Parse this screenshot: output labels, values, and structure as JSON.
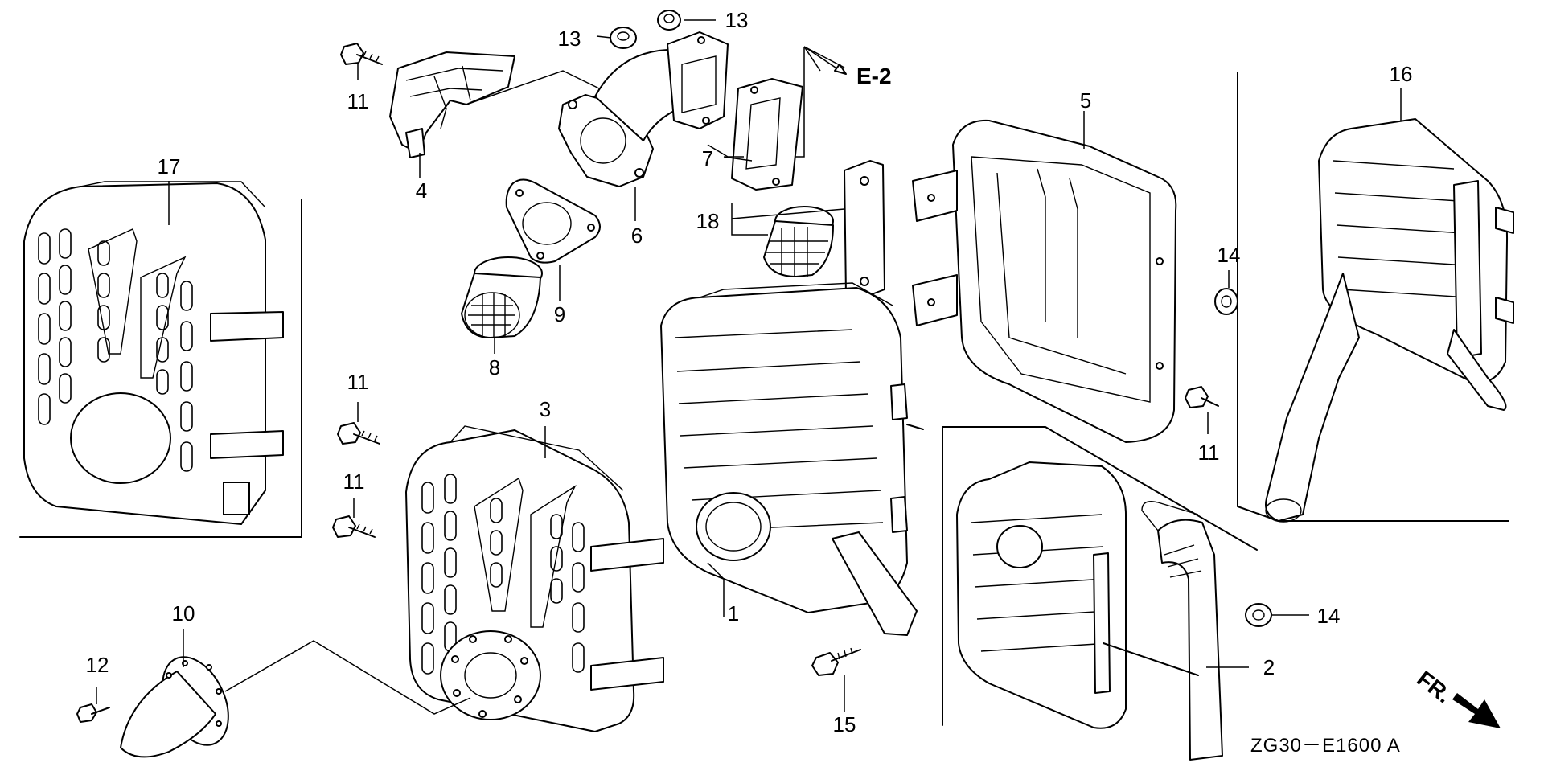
{
  "diagram": {
    "code": "ZG30－E1600 A",
    "reference": "E-2",
    "direction": "FR.",
    "callouts": [
      {
        "id": "c1",
        "text": "1"
      },
      {
        "id": "c2",
        "text": "2"
      },
      {
        "id": "c3",
        "text": "3"
      },
      {
        "id": "c4",
        "text": "4"
      },
      {
        "id": "c5",
        "text": "5"
      },
      {
        "id": "c6",
        "text": "6"
      },
      {
        "id": "c7",
        "text": "7"
      },
      {
        "id": "c8",
        "text": "8"
      },
      {
        "id": "c9",
        "text": "9"
      },
      {
        "id": "c10",
        "text": "10"
      },
      {
        "id": "c11a",
        "text": "11"
      },
      {
        "id": "c11b",
        "text": "11"
      },
      {
        "id": "c11c",
        "text": "11"
      },
      {
        "id": "c11d",
        "text": "11"
      },
      {
        "id": "c12",
        "text": "12"
      },
      {
        "id": "c13a",
        "text": "13"
      },
      {
        "id": "c13b",
        "text": "13"
      },
      {
        "id": "c14a",
        "text": "14"
      },
      {
        "id": "c14b",
        "text": "14"
      },
      {
        "id": "c15",
        "text": "15"
      },
      {
        "id": "c16",
        "text": "16"
      },
      {
        "id": "c17",
        "text": "17"
      },
      {
        "id": "c18",
        "text": "18"
      }
    ]
  }
}
